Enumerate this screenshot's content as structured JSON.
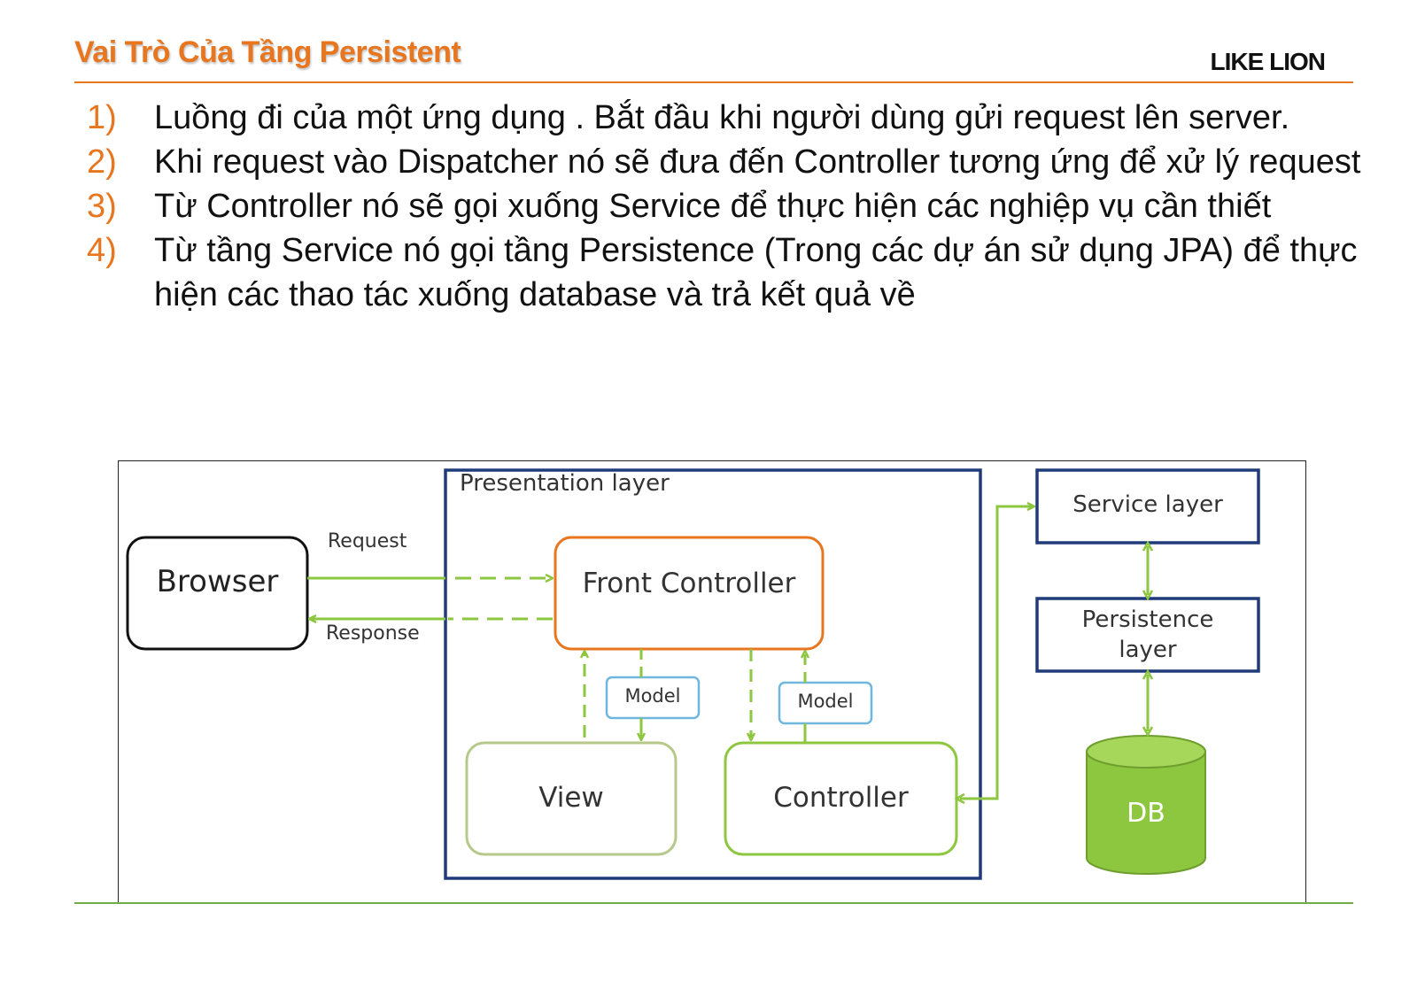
{
  "header": {
    "title": "Vai Trò Của Tầng Persistent",
    "brand": "LIKE LION"
  },
  "steps": [
    {
      "num": "1)",
      "text": "Luồng đi của một ứng dụng . Bắt đầu khi người dùng gửi request lên server."
    },
    {
      "num": "2)",
      "text": "Khi request vào Dispatcher nó sẽ đưa đến Controller tương ứng để xử lý request"
    },
    {
      "num": "3)",
      "text": "Từ Controller nó sẽ gọi xuống Service để thực hiện các nghiệp vụ cần thiết"
    },
    {
      "num": "4)",
      "text": "Từ tầng Service nó gọi tầng Persistence (Trong các dự án sử dụng JPA) để thực hiện các thao tác xuống database và trả kết quả về"
    }
  ],
  "diagram": {
    "browser": "Browser",
    "request": "Request",
    "response": "Response",
    "presentation_layer": "Presentation layer",
    "front_controller": "Front Controller",
    "model_left": "Model",
    "model_right": "Model",
    "view": "View",
    "controller": "Controller",
    "service_layer": "Service layer",
    "persistence_line1": "Persistence",
    "persistence_line2": "layer",
    "db": "DB"
  },
  "colors": {
    "accent": "#e8761f",
    "green": "#8dc63f",
    "navy": "#1f3b7a",
    "model_blue": "#6fb7dd"
  }
}
